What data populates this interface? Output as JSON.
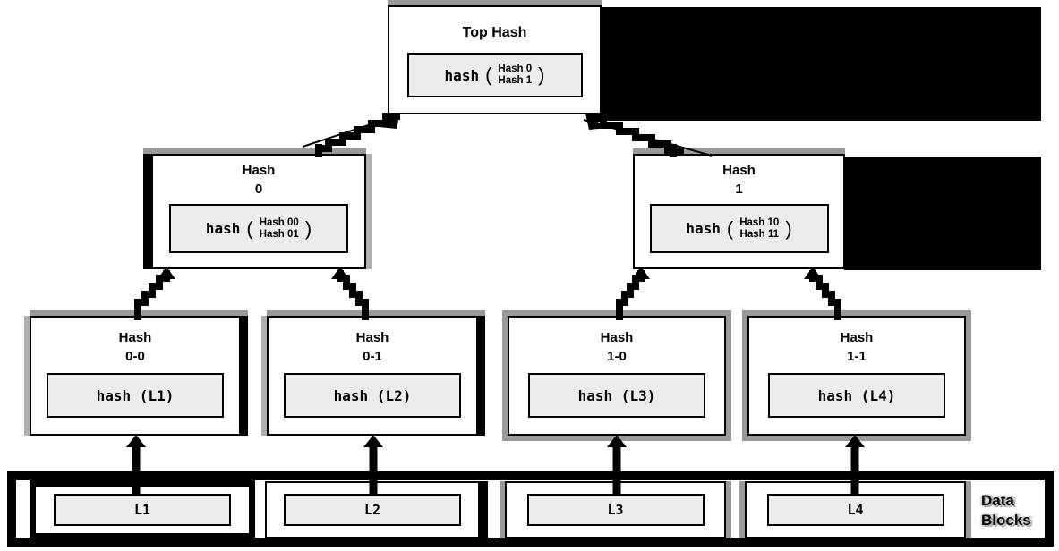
{
  "nodes": {
    "top": {
      "title": "Top Hash",
      "fn": "hash",
      "paren_open": "(",
      "paren_close": ")",
      "args": [
        "Hash 0",
        "Hash 1"
      ]
    },
    "hash0": {
      "title1": "Hash",
      "title2": "0",
      "fn": "hash",
      "paren_open": "(",
      "paren_close": ")",
      "args": [
        "Hash 00",
        "Hash 01"
      ]
    },
    "hash1": {
      "title1": "Hash",
      "title2": "1",
      "fn": "hash",
      "paren_open": "(",
      "paren_close": ")",
      "args": [
        "Hash 10",
        "Hash 11"
      ]
    },
    "leaf00": {
      "title1": "Hash",
      "title2": "0-0",
      "expr": "hash (L1)"
    },
    "leaf01": {
      "title1": "Hash",
      "title2": "0-1",
      "expr": "hash (L2)"
    },
    "leaf10": {
      "title1": "Hash",
      "title2": "1-0",
      "expr": "hash (L3)"
    },
    "leaf11": {
      "title1": "Hash",
      "title2": "1-1",
      "expr": "hash (L4)"
    }
  },
  "data_blocks": {
    "label1": "Data",
    "label2": "Blocks",
    "items": [
      {
        "label": "L1"
      },
      {
        "label": "L2"
      },
      {
        "label": "L3"
      },
      {
        "label": "L4"
      }
    ]
  },
  "colors": {
    "background": "#ffffff",
    "box_fill": "#ffffff",
    "inner_fill": "#ececec",
    "line": "#000000",
    "shadow": "#999999"
  }
}
